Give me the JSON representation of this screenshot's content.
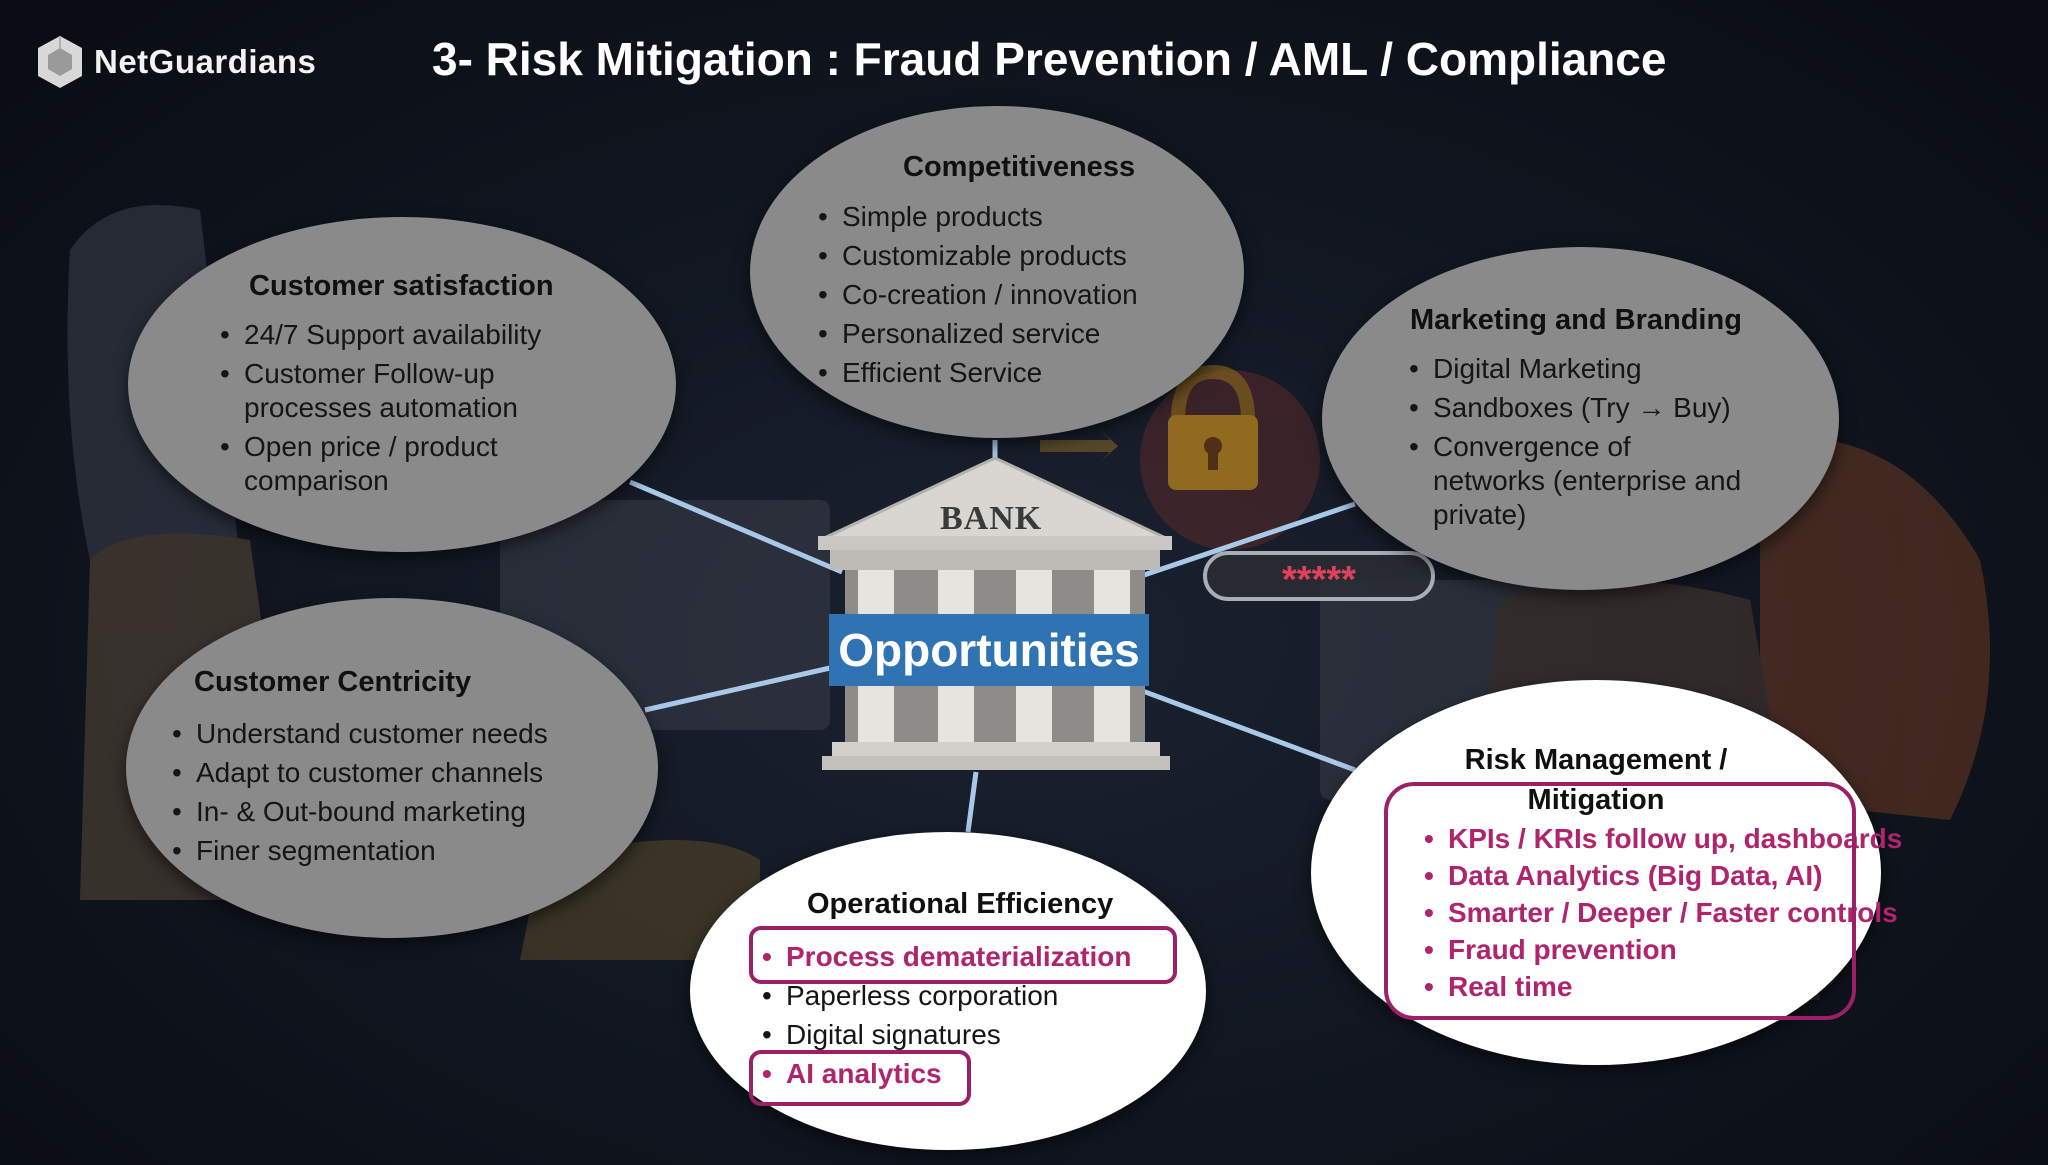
{
  "header": {
    "logo_text": "NetGuardians",
    "title": "3- Risk Mitigation : Fraud Prevention / AML / Compliance"
  },
  "center": {
    "bank_label": "BANK",
    "opportunities_label": "Opportunities"
  },
  "decorations": {
    "password_mask": "*****",
    "lock_icon": "padlock-icon"
  },
  "bubbles": {
    "competitiveness": {
      "title": "Competitiveness",
      "items": [
        "Simple products",
        "Customizable products",
        "Co-creation / innovation",
        "Personalized service",
        "Efficient Service"
      ]
    },
    "customer_satisfaction": {
      "title": "Customer satisfaction",
      "items": [
        "24/7 Support availability",
        "Customer Follow-up processes automation",
        "Open price / product comparison"
      ]
    },
    "marketing": {
      "title": "Marketing and Branding",
      "items": [
        "Digital Marketing",
        "Sandboxes (Try → Buy)",
        "Convergence of networks (enterprise and private)"
      ]
    },
    "customer_centricity": {
      "title": "Customer Centricity",
      "items": [
        "Understand customer needs",
        "Adapt to customer channels",
        "In- & Out-bound marketing",
        "Finer segmentation"
      ]
    },
    "operational": {
      "title": "Operational Efficiency",
      "items": [
        "Process dematerialization",
        "Paperless corporation",
        "Digital signatures",
        "AI analytics"
      ],
      "highlighted": [
        true,
        false,
        false,
        true
      ]
    },
    "risk": {
      "title": "Risk Management / Mitigation",
      "items": [
        "KPIs / KRIs follow up, dashboards",
        "Data Analytics (Big Data, AI)",
        "Smarter / Deeper / Faster controls",
        "Fraud prevention",
        "Real time"
      ],
      "highlighted": [
        true,
        true,
        true,
        true,
        true
      ]
    }
  },
  "colors": {
    "background": "#0d1119",
    "bubble_grey": "#8a8a8a",
    "bubble_white": "#ffffff",
    "highlight": "#b0246e",
    "connector": "#a8c8e8",
    "opportunities_bg": "#2f73b2"
  }
}
